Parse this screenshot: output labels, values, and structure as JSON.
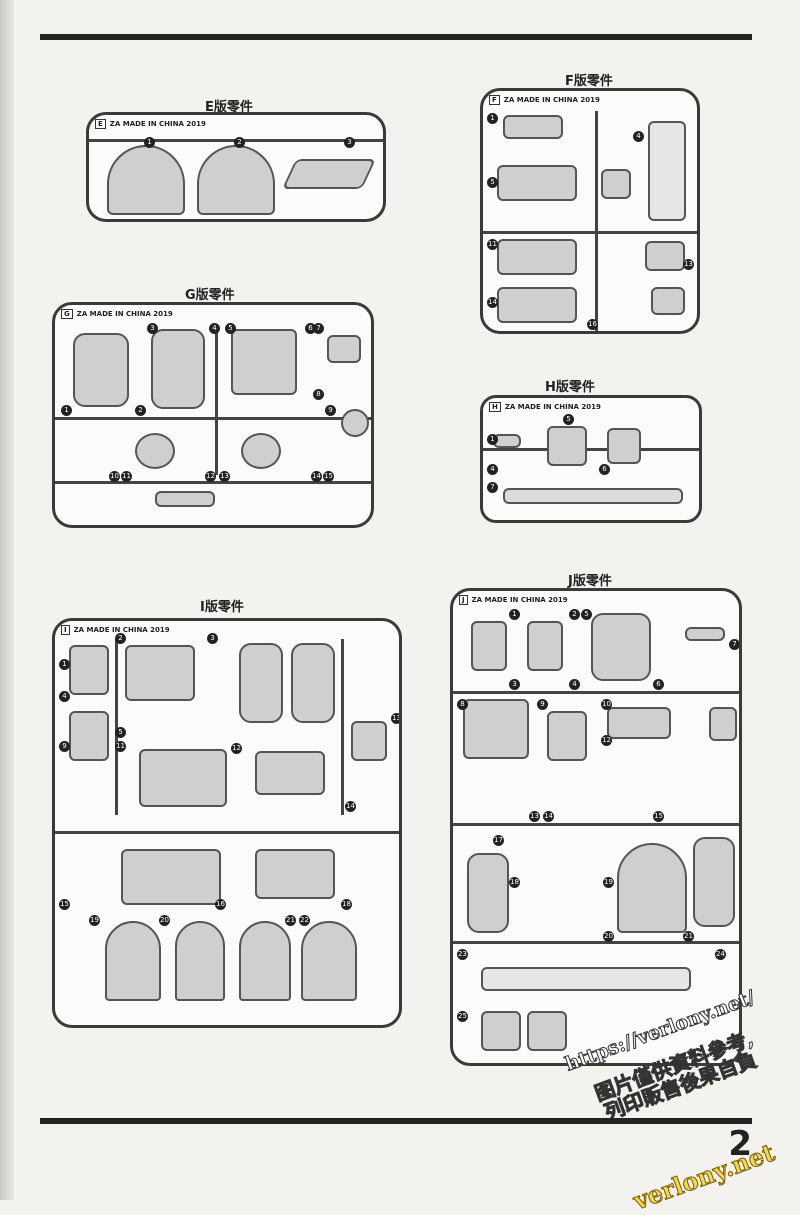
{
  "page": {
    "number": "2"
  },
  "sheets": {
    "E": {
      "title": "E版零件",
      "letter": "E",
      "tag": "ZA   MADE IN CHINA 2019"
    },
    "F": {
      "title": "F版零件",
      "letter": "F",
      "tag": "ZA   MADE IN CHINA 2019"
    },
    "G": {
      "title": "G版零件",
      "letter": "G",
      "tag": "ZA   MADE IN CHINA 2019"
    },
    "H": {
      "title": "H版零件",
      "letter": "H",
      "tag": "ZA   MADE IN CHINA 2019"
    },
    "I": {
      "title": "I版零件",
      "letter": "I",
      "tag": "ZA   MADE IN CHINA 2019"
    },
    "J": {
      "title": "J版零件",
      "letter": "J",
      "tag": "ZA   MADE IN CHINA 2019"
    }
  },
  "watermark": {
    "url": "https://verlony.net/",
    "line1": "图片僅供資料參考,",
    "line2": "圖片僅供資料參考,",
    "line3": "列印販售後果自負",
    "brand": "verlony.net"
  }
}
